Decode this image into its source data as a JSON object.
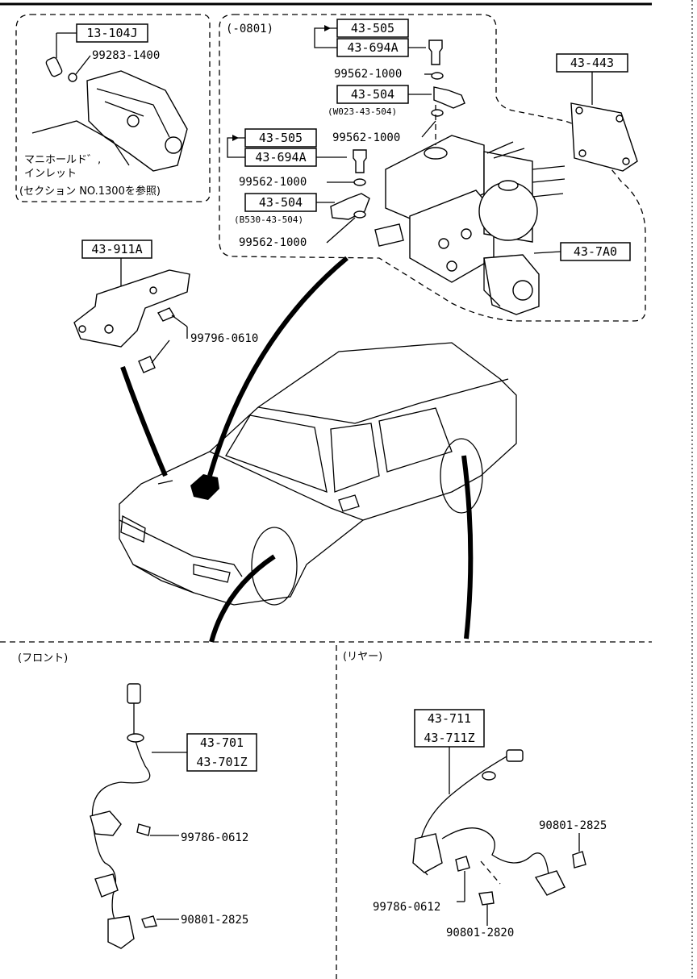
{
  "sections": {
    "top_left": {
      "box_label": "13-104J",
      "part_label": "99283-1400",
      "note_line1": "マニホールド゛,",
      "note_line2": "インレット",
      "note_line3": "(セクション NO.1300を参照)"
    },
    "top_right": {
      "variant": "(-0801)",
      "upper_box_a": "43-505",
      "upper_box_b": "43-694A",
      "upper_washer": "99562-1000",
      "upper_union": "43-504",
      "upper_union_note": "(W023-43-504)",
      "upper_washer2": "99562-1000",
      "lower_box_a": "43-505",
      "lower_box_b": "43-694A",
      "lower_washer": "99562-1000",
      "lower_union": "43-504",
      "lower_union_note": "(B530-43-504)",
      "lower_washer2": "99562-1000",
      "gasket": "43-443",
      "hydraulic_unit": "43-7A0"
    },
    "bracket": {
      "box_label": "43-911A",
      "bolt_label": "99796-0610"
    },
    "front": {
      "title": "(フロント)",
      "sensor_a": "43-701",
      "sensor_b": "43-701Z",
      "bolt_a": "99786-0612",
      "bolt_b": "90801-2825"
    },
    "rear": {
      "title": "(リヤー)",
      "sensor_a": "43-711",
      "sensor_b": "43-711Z",
      "bolt_a": "90801-2825",
      "bolt_b": "99786-0612",
      "bolt_c": "90801-2820"
    }
  }
}
